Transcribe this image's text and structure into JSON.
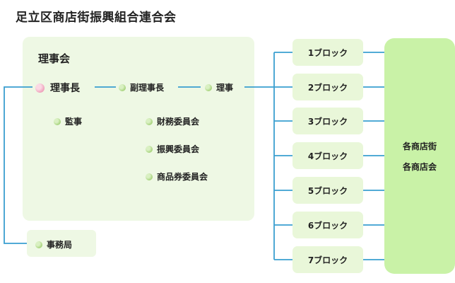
{
  "title": "足立区商店街振興組合連合会",
  "board": {
    "title": "理事会",
    "chairman": "理事長",
    "vice_chairman": "副理事長",
    "director": "理事",
    "auditor": "監事",
    "committees": [
      "財務委員会",
      "振興委員会",
      "商品券委員会"
    ]
  },
  "office": "事務局",
  "blocks": [
    "1ブロック",
    "2ブロック",
    "3ブロック",
    "4ブロック",
    "5ブロック",
    "6ブロック",
    "7ブロック"
  ],
  "shops": {
    "line1": "各商店街",
    "line2": "各商店会"
  },
  "colors": {
    "line": "#3a9fd0",
    "panel": "#eef8e4",
    "shops_panel": "#c9f2a7",
    "dot_green": "#b6dc92",
    "dot_pink": "#f4b8cc"
  },
  "icons": {
    "chairman": "pink-dot-icon",
    "member": "green-dot-icon"
  }
}
